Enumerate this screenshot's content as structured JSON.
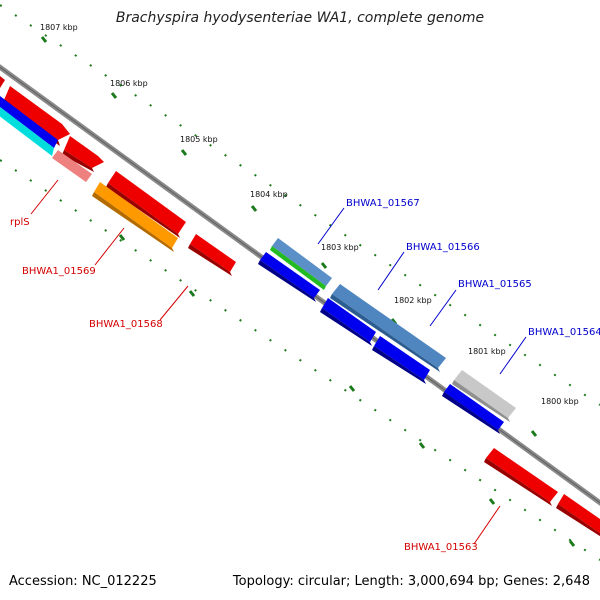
{
  "title": "Brachyspira hyodysenteriae WA1, complete genome",
  "footer": {
    "accession": "Accession: NC_012225",
    "topology": "Topology: circular; Length: 3,000,694 bp; Genes: 2,648"
  },
  "colors": {
    "backbone": "#7a7a7a",
    "tick": "#1c7a1c",
    "label_red": "#d40000",
    "label_blue": "#0000cc"
  },
  "kbp_labels": [
    "1807 kbp",
    "1806 kbp",
    "1805 kbp",
    "1804 kbp",
    "1803 kbp",
    "1802 kbp",
    "1801 kbp",
    "1800 kbp"
  ],
  "gene_labels": [
    {
      "text": "rplS",
      "color": "red"
    },
    {
      "text": "BHWA1_01569",
      "color": "red"
    },
    {
      "text": "BHWA1_01568",
      "color": "red"
    },
    {
      "text": "BHWA1_01567",
      "color": "blue"
    },
    {
      "text": "BHWA1_01566",
      "color": "blue"
    },
    {
      "text": "BHWA1_01565",
      "color": "blue"
    },
    {
      "text": "BHWA1_01564",
      "color": "blue"
    },
    {
      "text": "BHWA1_01563",
      "color": "red"
    }
  ]
}
